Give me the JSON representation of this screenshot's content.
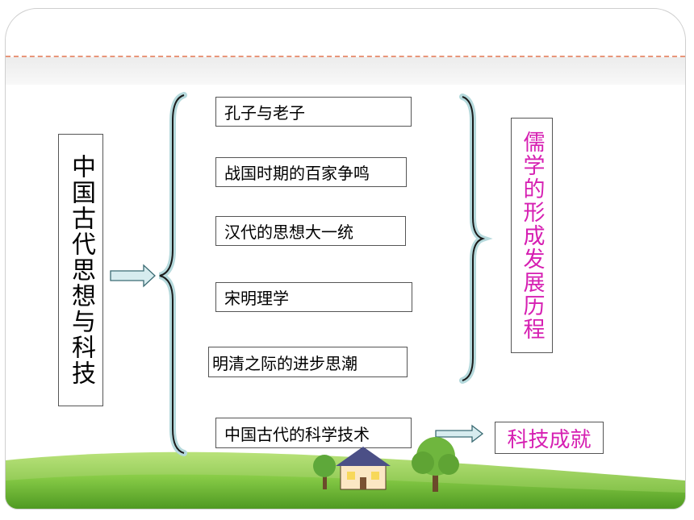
{
  "diagram": {
    "root_label": "中国古代思想与科技",
    "topics": [
      "孔子与老子",
      "战国时期的百家争鸣",
      "汉代的思想大一统",
      "宋明理学",
      "明清之际的进步思潮",
      "中国古代的科学技术"
    ],
    "confucian_group_label": "儒学的形成发展历程",
    "tech_result_label": "科技成就"
  },
  "colors": {
    "accent_pink": "#d61fb2",
    "dashed_line": "#e8967a",
    "brace_fill": "#b5d9dc",
    "arrow_fill": "#d7ecef"
  }
}
